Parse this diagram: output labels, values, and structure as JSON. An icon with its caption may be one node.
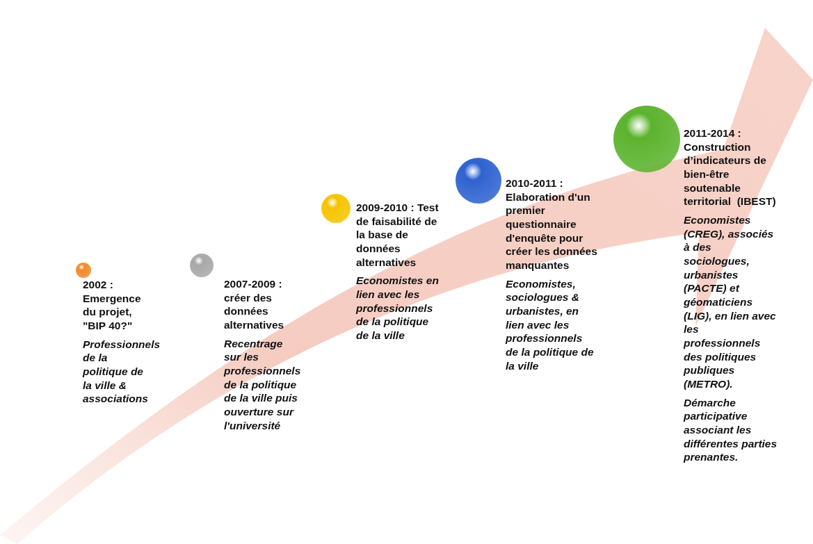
{
  "diagram": {
    "nodes": [
      {
        "text": [
          "2002 : Emergence du projet, \"BIP 40?\"",
          "Professionnels de la politique de la ville & associations"
        ]
      },
      {
        "text": [
          "2007-2009 : créer des données alternatives",
          "Recentrage sur les professionnels de la politique de la ville puis ouverture sur l'université"
        ]
      },
      {
        "text": [
          "2009-2010 : Test de faisabilité de la base de données alternatives",
          "Economistes en lien avec les professionnels de la politique de la ville"
        ]
      },
      {
        "text": [
          "2010-2011 : Elaboration d'un premier questionnaire d'enquête pour créer les données manquantes",
          "Economistes, sociologues & urbanistes, en lien avec les professionnels de la politique de la ville"
        ]
      },
      {
        "text": [
          "2011-2014 : Construction d’indicateurs de bien-être soutenable territorial  (IBEST)",
          "Economistes (CREG), associés à des sociologues, urbanistes (PACTE) et géomaticiens (LIG), en lien avec les professionnels des politiques publiques (METRO).",
          "Démarche participative associant les différentes parties prenantes."
        ]
      }
    ]
  }
}
